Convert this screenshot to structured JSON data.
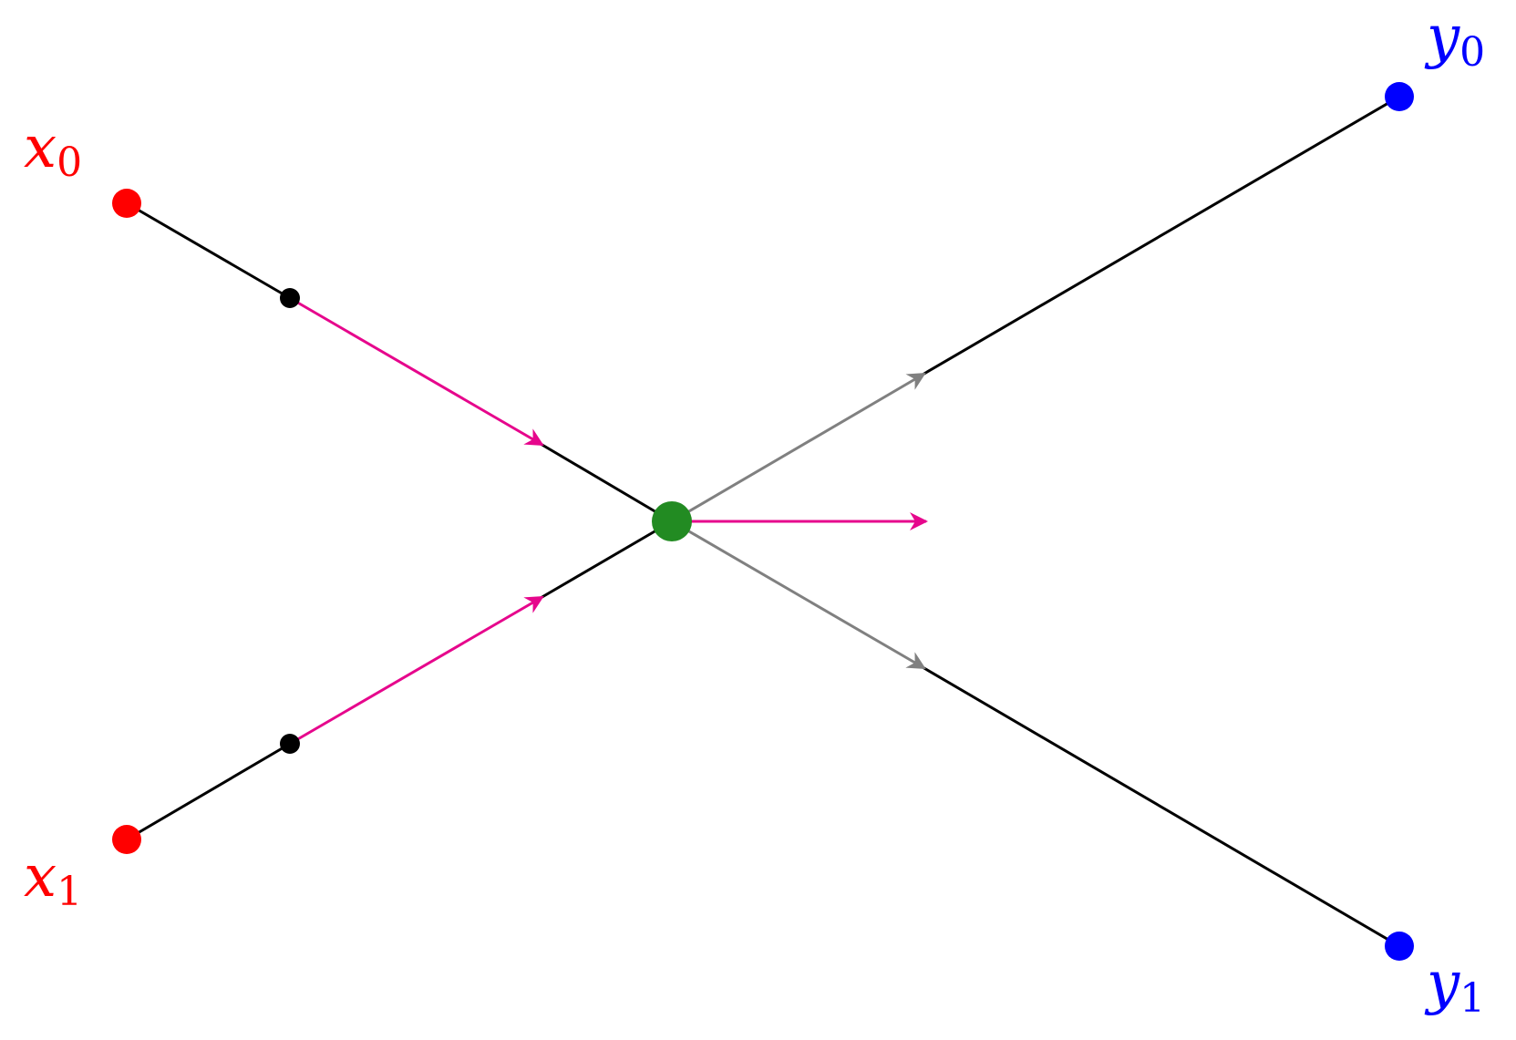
{
  "colors": {
    "source_node": "#ff0000",
    "target_node": "#0000ff",
    "center_node": "#228b22",
    "midpoint_node": "#000000",
    "edge": "#000000",
    "incoming_arrow": "#e6068c",
    "outgoing_arrow": "#808080",
    "resultant_arrow": "#e6068c"
  },
  "labels": {
    "x0": {
      "base": "x",
      "sub": "0"
    },
    "x1": {
      "base": "x",
      "sub": "1"
    },
    "y0": {
      "base": "y",
      "sub": "0"
    },
    "y1": {
      "base": "y",
      "sub": "1"
    }
  }
}
